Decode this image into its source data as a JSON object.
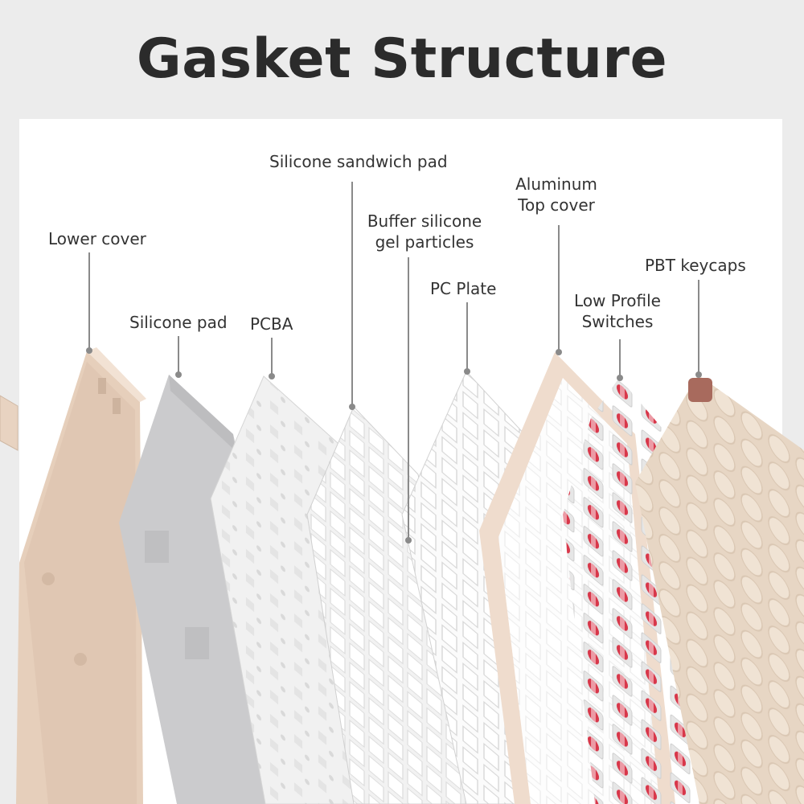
{
  "title": "Gasket Structure",
  "labels": {
    "lower_cover": "Lower cover",
    "silicone_pad": "Silicone pad",
    "pcba": "PCBA",
    "sandwich_pad": "Silicone sandwich pad",
    "buffer": [
      "Buffer silicone",
      "gel particles"
    ],
    "pc_plate": "PC Plate",
    "top_cover": [
      "Aluminum",
      "Top cover"
    ],
    "switches": [
      "Low Profile",
      "Switches"
    ],
    "keycaps": "PBT keycaps"
  },
  "colors": {
    "lower_cover": "#e8d3c1",
    "silicone_pad": "#c9c9cb",
    "pcba": "#f3f3f3",
    "sandwich": "#f8f8f8",
    "plate": "#fafafa",
    "top_cover": "#efdccd",
    "switch_stem": "#d8374a",
    "keycap": "#ecdccb",
    "keycap_accent": "#a86a5d"
  }
}
